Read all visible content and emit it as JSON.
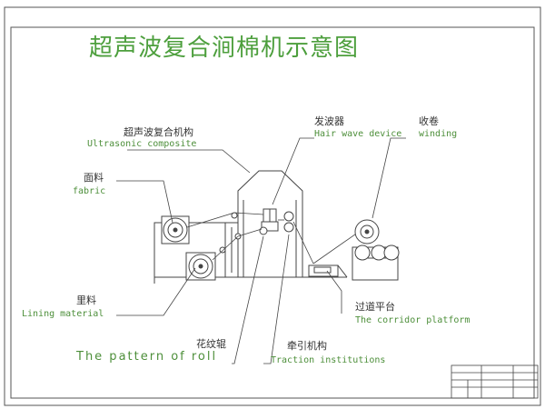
{
  "title": "超声波复合涧棉机示意图",
  "labels": {
    "ultrasonic_zh": "超声波复合机构",
    "ultrasonic_en": "Ultrasonic composite",
    "hairwave_zh": "发波器",
    "hairwave_en": "Hair wave device",
    "winding_zh": "收卷",
    "winding_en": "winding",
    "fabric_zh": "面料",
    "fabric_en": "fabric",
    "lining_zh": "里料",
    "lining_en": "Lining material",
    "pattern_zh": "花纹辊",
    "pattern_en": "The pattern of roll",
    "traction_zh": "牵引机构",
    "traction_en": "Traction institutions",
    "platform_zh": "过道平台",
    "platform_en": "The corridor platform"
  },
  "colors": {
    "line": "#444444",
    "label_green": "#4d8f3a",
    "title_green": "#4d9f3d"
  }
}
